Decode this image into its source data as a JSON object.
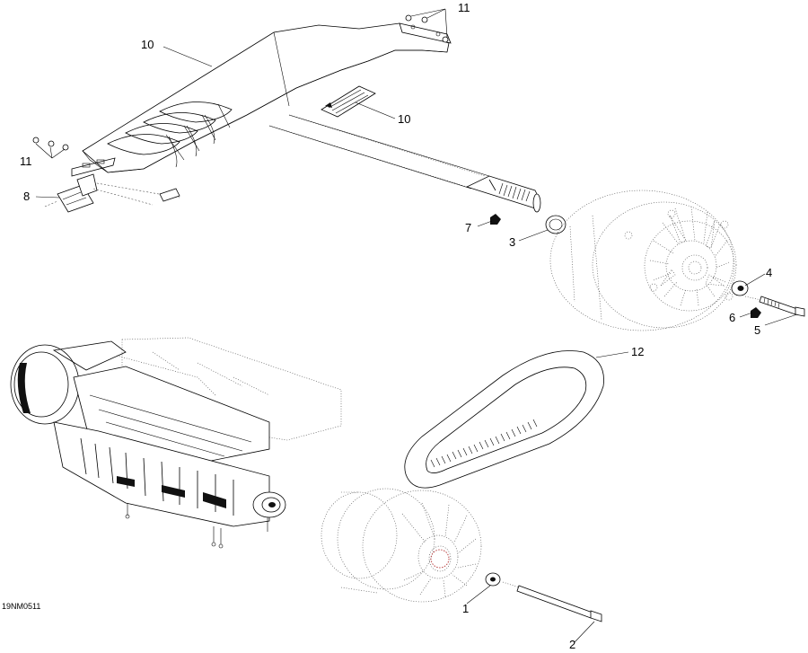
{
  "figure_code": "19NM0511",
  "callouts": {
    "c1": "1",
    "c2": "2",
    "c3": "3",
    "c4": "4",
    "c5": "5",
    "c6": "6",
    "c7": "7",
    "c8": "8",
    "c10_top": "10",
    "c10_label": "10",
    "c11_top": "11",
    "c11_left": "11",
    "c12": "12"
  }
}
